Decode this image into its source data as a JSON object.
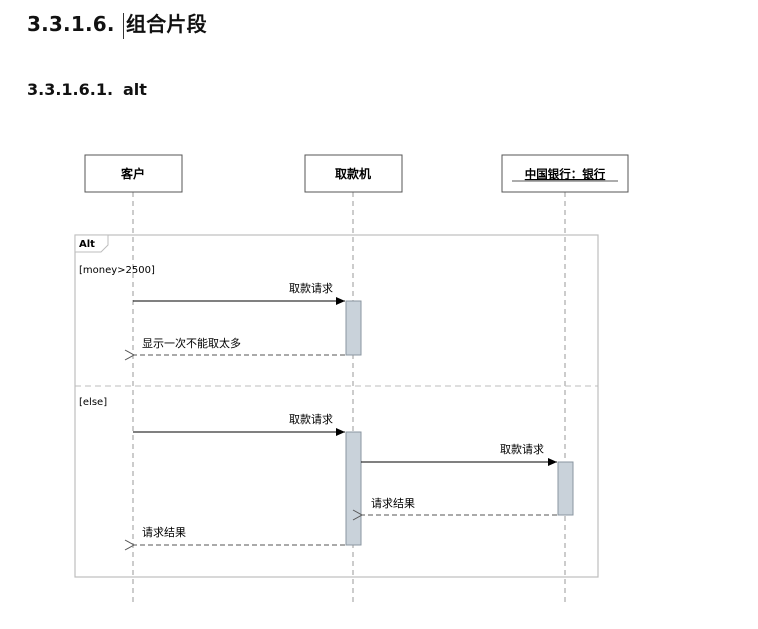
{
  "heading1": {
    "number": "3.3.1.6.",
    "title": "组合片段"
  },
  "heading2": {
    "number": "3.3.1.6.1.",
    "title": "alt"
  },
  "diagram": {
    "lifelines": [
      "客户",
      "取款机",
      "中国银行：银行"
    ],
    "fragment_label": "Alt",
    "guards": [
      "[money>2500]",
      "[else]"
    ],
    "messages": [
      "取款请求",
      "显示一次不能取太多",
      "取款请求",
      "取款请求",
      "请求结果",
      "请求结果"
    ]
  }
}
